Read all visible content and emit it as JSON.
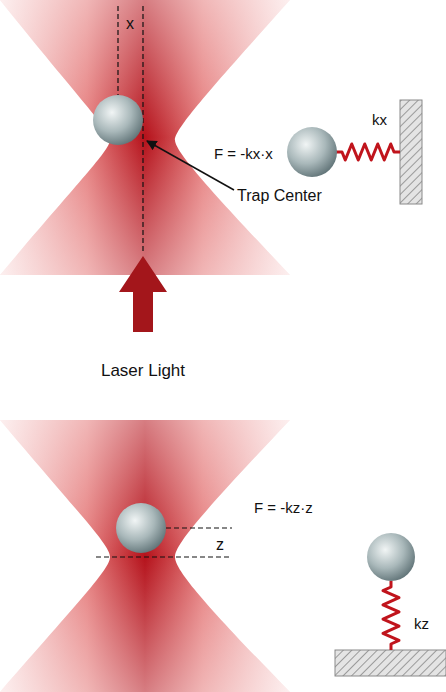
{
  "diagram": {
    "labels": [
      "x",
      "F = -kx·x",
      "kx",
      "Trap Center",
      "Laser Light",
      "F = -kz·z",
      "z",
      "kz"
    ]
  }
}
